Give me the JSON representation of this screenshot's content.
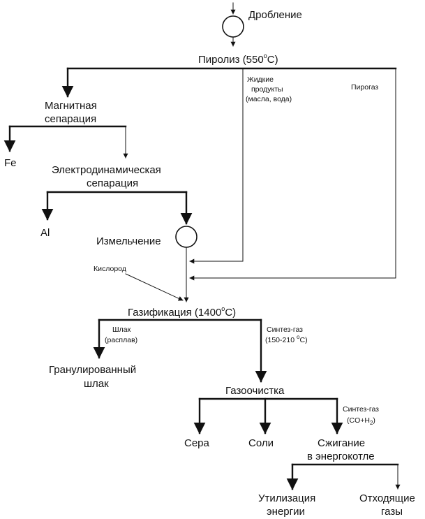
{
  "diagram": {
    "steps": {
      "crushing": "Дробление",
      "pyrolysis": "Пиролиз (550",
      "pyrolysis_deg": "o",
      "pyrolysis_unit": "C)",
      "magnetic_1": "Магнитная",
      "magnetic_2": "сепарация",
      "fe": "Fe",
      "electro_1": "Электродинамическая",
      "electro_2": "сепарация",
      "al": "Al",
      "milling": "Измельчение",
      "oxygen": "Кислород",
      "gasification": "Газификация (1400",
      "gasification_deg": "o",
      "gasification_unit": "C)",
      "granulated_1": "Гранулированный",
      "granulated_2": "шлак",
      "gas_cleaning": "Газоочистка",
      "sulfur": "Сера",
      "salts": "Соли",
      "burning_1": "Сжигание",
      "burning_2": "в энергокотле",
      "energy_1": "Утилизация",
      "energy_2": "энергии",
      "flue_1": "Отходящие",
      "flue_2": "газы"
    },
    "annotations": {
      "liquid_1": "Жидкие",
      "liquid_2": "продукты",
      "liquid_3": "(масла, вода)",
      "pyrogas": "Пирогаз",
      "slag_1": "Шлак",
      "slag_2": "(расплав)",
      "syngas_1": "Синтез-газ",
      "syngas_2": "(150-210",
      "syngas_deg": "o",
      "syngas_unit": "C)",
      "syngas2_1": "Синтез-газ",
      "syngas2_2": "(CO+H",
      "syngas2_sub": "2",
      "syngas2_close": ")"
    }
  }
}
